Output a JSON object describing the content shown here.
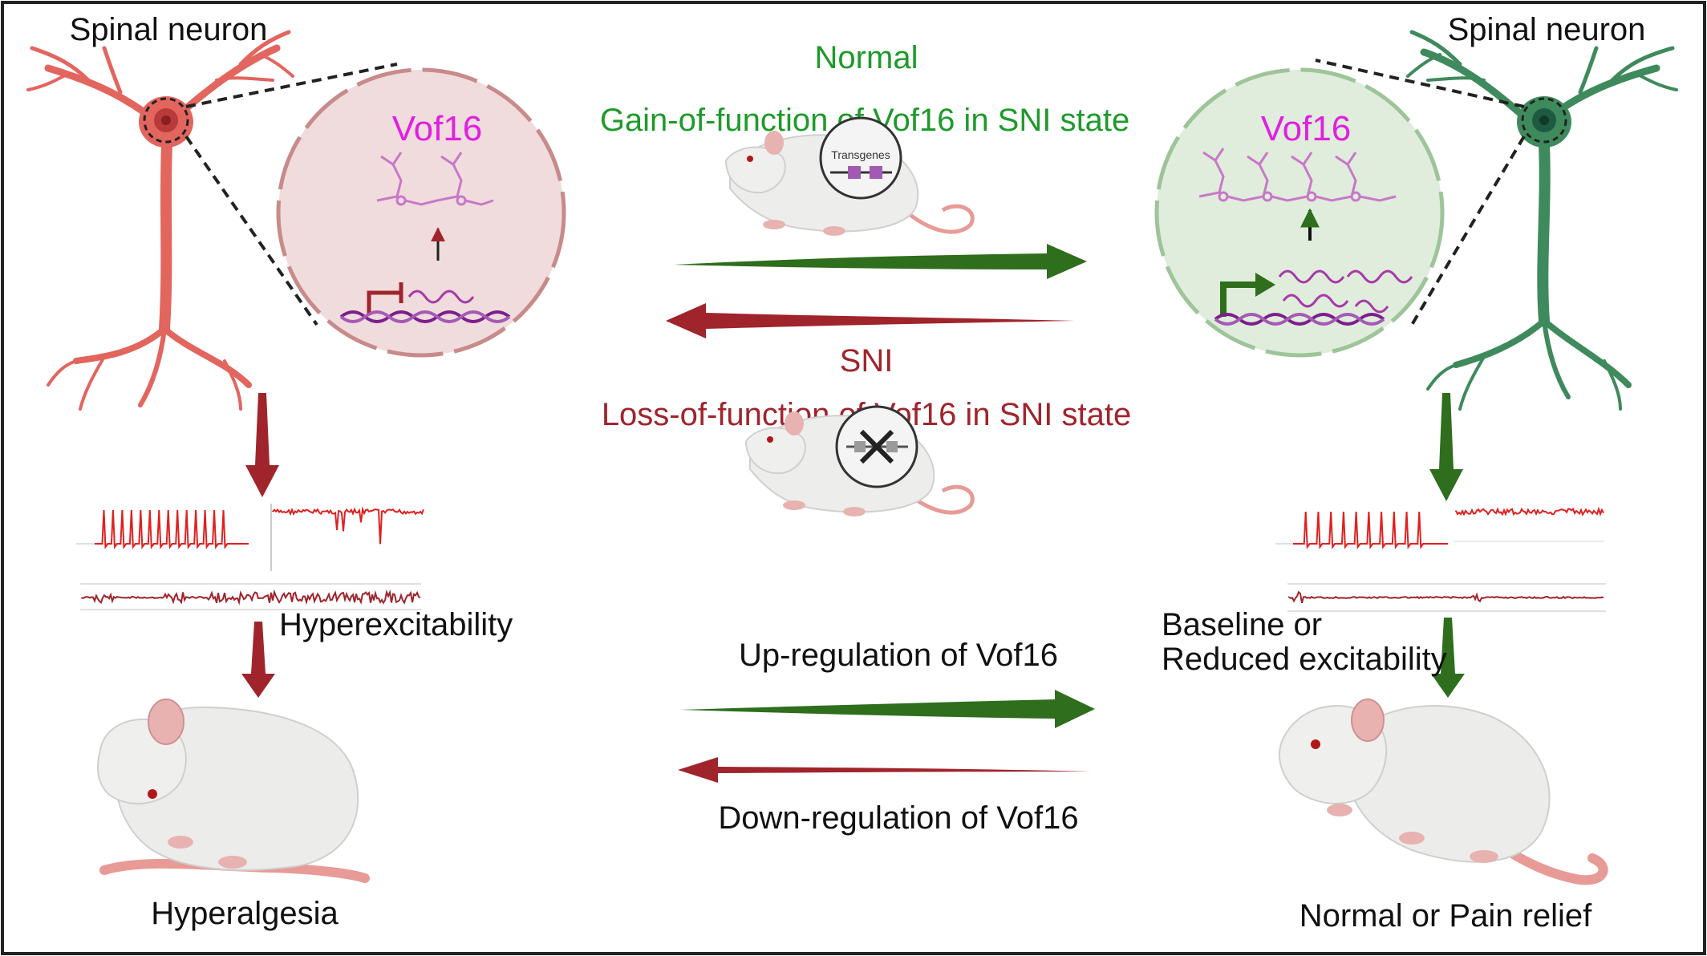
{
  "left": {
    "neuron_title": "Spinal neuron",
    "gene_label": "Vof16",
    "excitability_label": "Hyperexcitability",
    "outcome_label": "Hyperalgesia"
  },
  "right": {
    "neuron_title": "Spinal neuron",
    "gene_label": "Vof16",
    "excitability_line1": "Baseline or",
    "excitability_line2": "Reduced excitability",
    "outcome_label": "Normal or Pain relief"
  },
  "center": {
    "top_line1": "Normal",
    "top_line2": "Gain-of-function of Vof16 in SNI state",
    "transgene_label": "Transgenes",
    "mid_line1": "SNI",
    "mid_line2": "Loss-of-function of Vof16 in SNI state",
    "up_label": "Up-regulation of Vof16",
    "down_label": "Down-regulation of Vof16"
  },
  "colors": {
    "red": "#a0242c",
    "red_light": "#e0605c",
    "green": "#2e6e1c",
    "green_text": "#1e9a2a",
    "magenta": "#e020e0",
    "neuron_red": "#e2655e",
    "neuron_green": "#3f8a5c"
  }
}
